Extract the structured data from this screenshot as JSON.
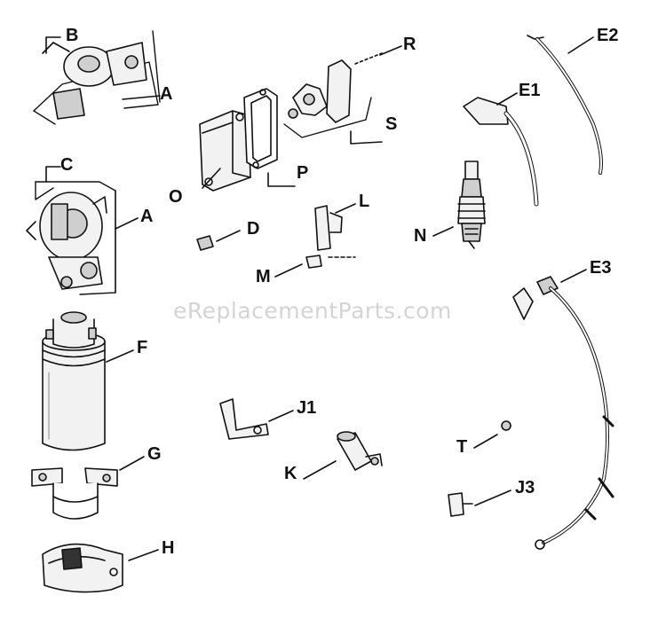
{
  "watermark": "eReplacementParts.com",
  "labels": {
    "A1": "A",
    "A2": "A",
    "B": "B",
    "C": "C",
    "D": "D",
    "E1": "E1",
    "E2": "E2",
    "E3": "E3",
    "F": "F",
    "G": "G",
    "H": "H",
    "J1": "J1",
    "J3": "J3",
    "K": "K",
    "L": "L",
    "M": "M",
    "N": "N",
    "O": "O",
    "P": "P",
    "R": "R",
    "S": "S",
    "T": "T"
  },
  "colors": {
    "line": "#111111",
    "part_fill": "#f2f2f2",
    "part_shade": "#cfcfcf",
    "watermark": "#d4d4d4"
  }
}
